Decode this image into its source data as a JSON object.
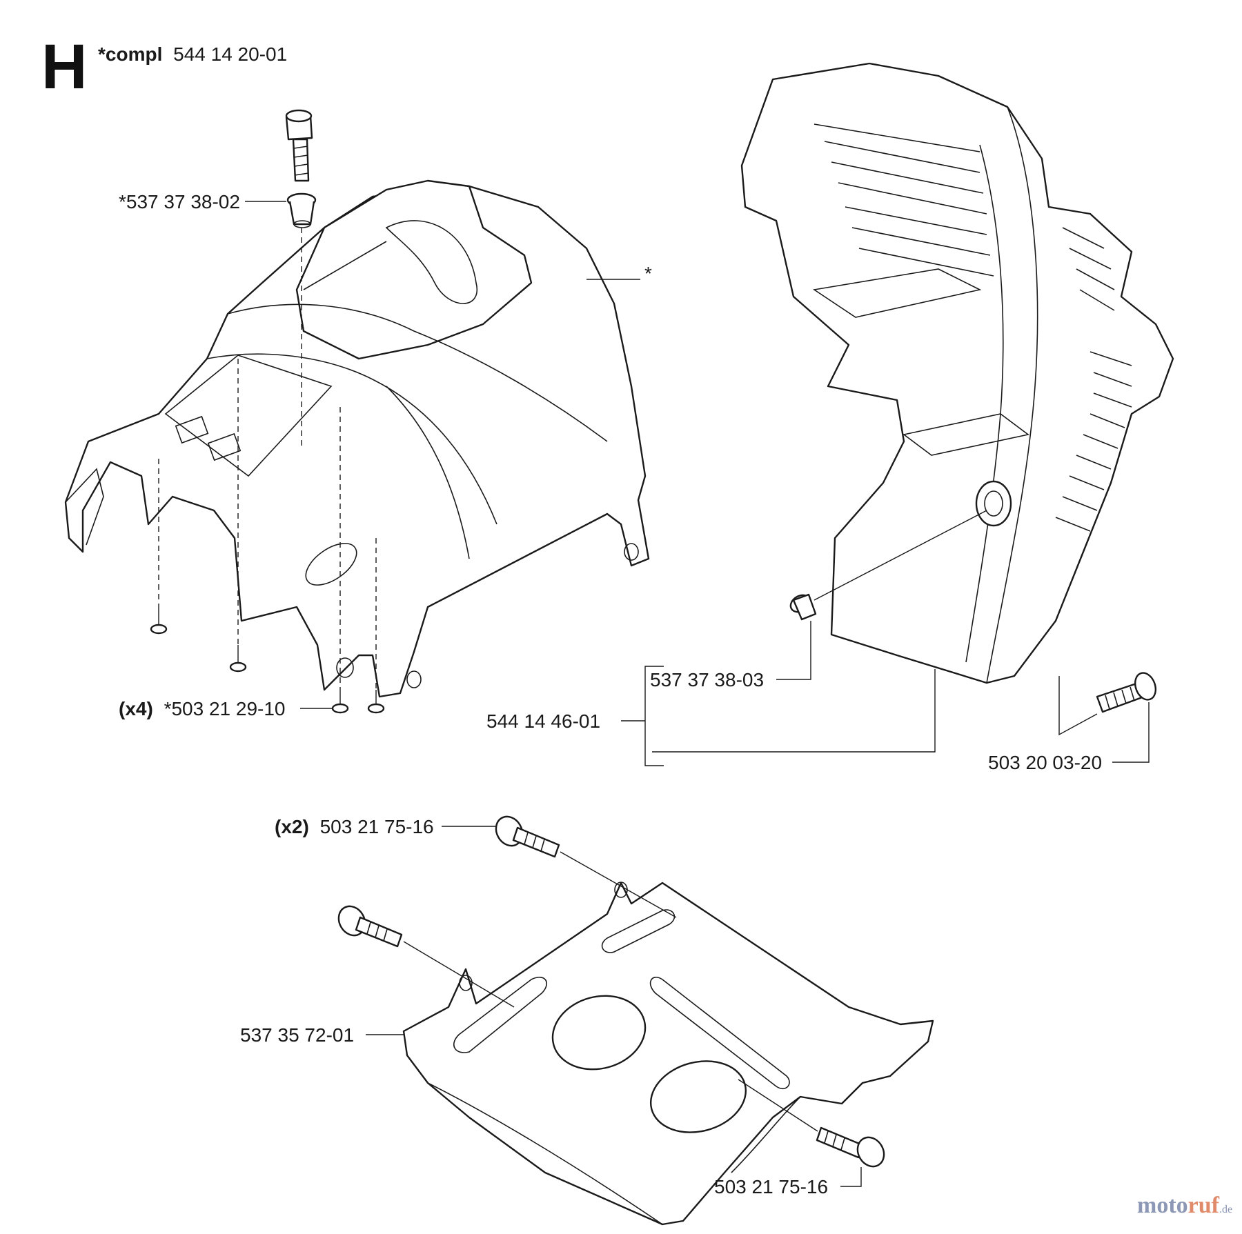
{
  "section": {
    "letter": "H",
    "compl_prefix": "*compl",
    "compl_number": "544 14 20-01"
  },
  "labels": {
    "screw_top": "*537 37 38-02",
    "cover_star": "*",
    "screws_x4_qty": "(x4)",
    "screws_x4_part": "*503 21 29-10",
    "bushing": "537 37 38-03",
    "cylinder_cover": "544 14 46-01",
    "screw_right": "503 20 03-20",
    "guard_screw_qty": "(x2)",
    "guard_screw_part": "503 21 75-16",
    "guard_plate": "537 35 72-01",
    "guard_screw_bottom": "503 21 75-16"
  },
  "watermark": {
    "part1": "moto",
    "part2": "ruf",
    "suffix": ".de"
  }
}
